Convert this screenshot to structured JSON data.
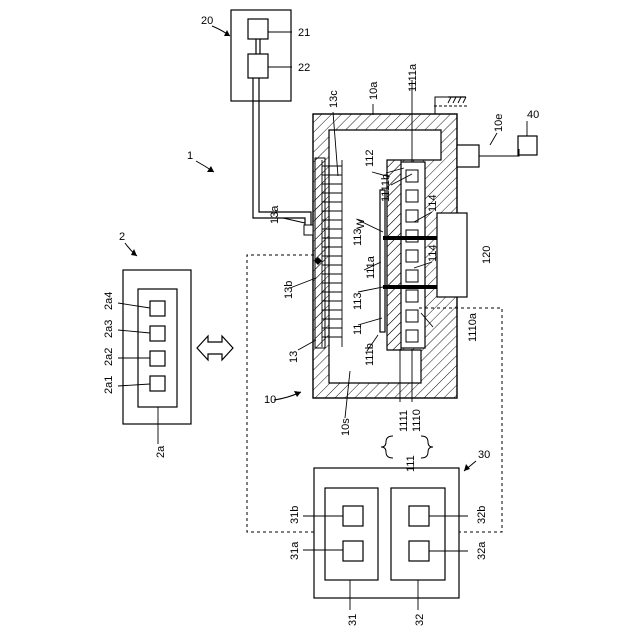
{
  "figure_number": "1",
  "device_number": "2",
  "device_panel_number": "2a",
  "device_sub_labels": [
    "2a1",
    "2a2",
    "2a3",
    "2a4"
  ],
  "gas_unit": {
    "number": "20",
    "part_a": "21",
    "part_b": "22"
  },
  "apparatus_number": "10",
  "chamber_labels": {
    "lid": "10a",
    "inner_space": "10s",
    "port": "10e",
    "head": "13",
    "head_c": "13c",
    "head_a": "13a",
    "head_b": "13b"
  },
  "stage_labels": {
    "stage": "11",
    "stage_b": "111b",
    "stage_a": "111a",
    "part_1111a": "1111a",
    "part_1111b": "1111b",
    "part_112": "112",
    "wafer": "W",
    "part_113_top": "113",
    "part_113_bottom": "113",
    "part_114_top": "114",
    "part_114_bottom": "114",
    "part_1110a": "1110a"
  },
  "bottom_bracket": {
    "group": "111",
    "upper": "1111",
    "lower": "1110"
  },
  "side_unit": "120",
  "external_unit": "40",
  "controller": {
    "number": "30",
    "left_block": "31",
    "left_a": "31a",
    "left_b": "31b",
    "right_block": "32",
    "right_a": "32a",
    "right_b": "32b"
  }
}
